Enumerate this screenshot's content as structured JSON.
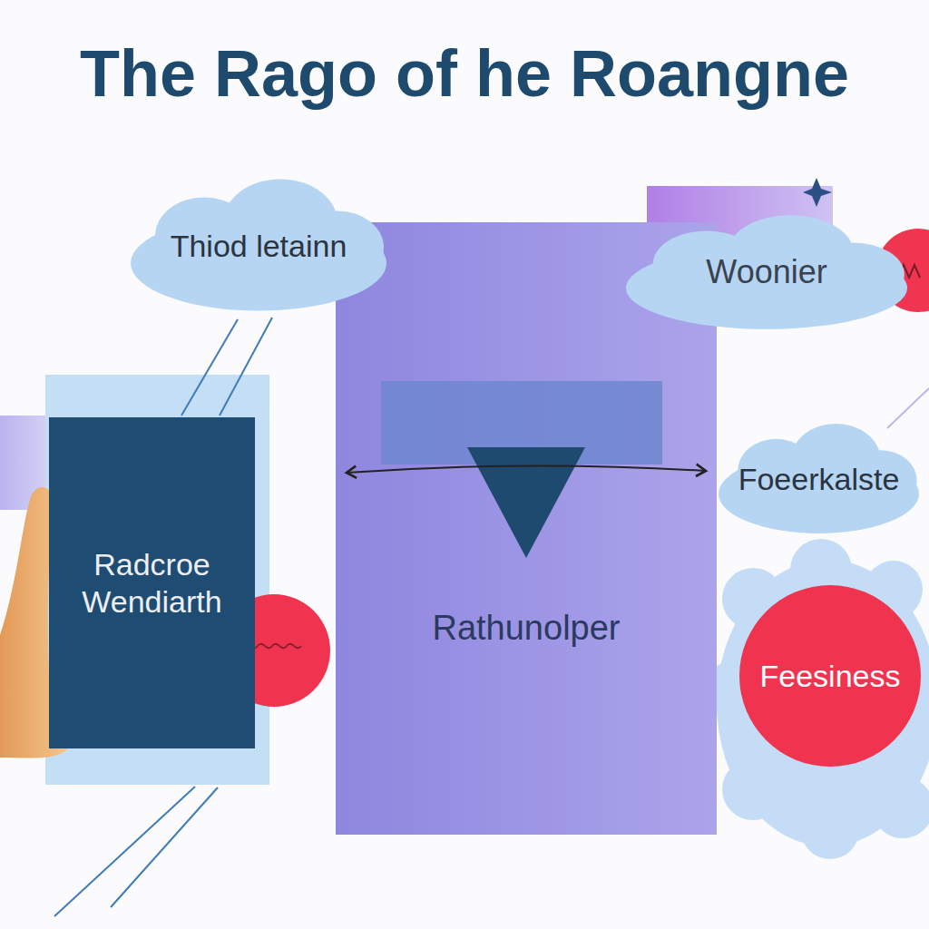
{
  "diagram": {
    "title": "The Rago of he Roangne",
    "nodes": [
      {
        "text": [
          "Thiod letainn"
        ]
      },
      {
        "text": [
          "Woonier"
        ]
      },
      {
        "text": [
          "Radcroe Wendiarth"
        ]
      },
      {
        "text": [
          "Rathunolper"
        ]
      },
      {
        "text": [
          "Foeerkalste"
        ]
      },
      {
        "text": [
          "Feesiness"
        ]
      }
    ]
  }
}
